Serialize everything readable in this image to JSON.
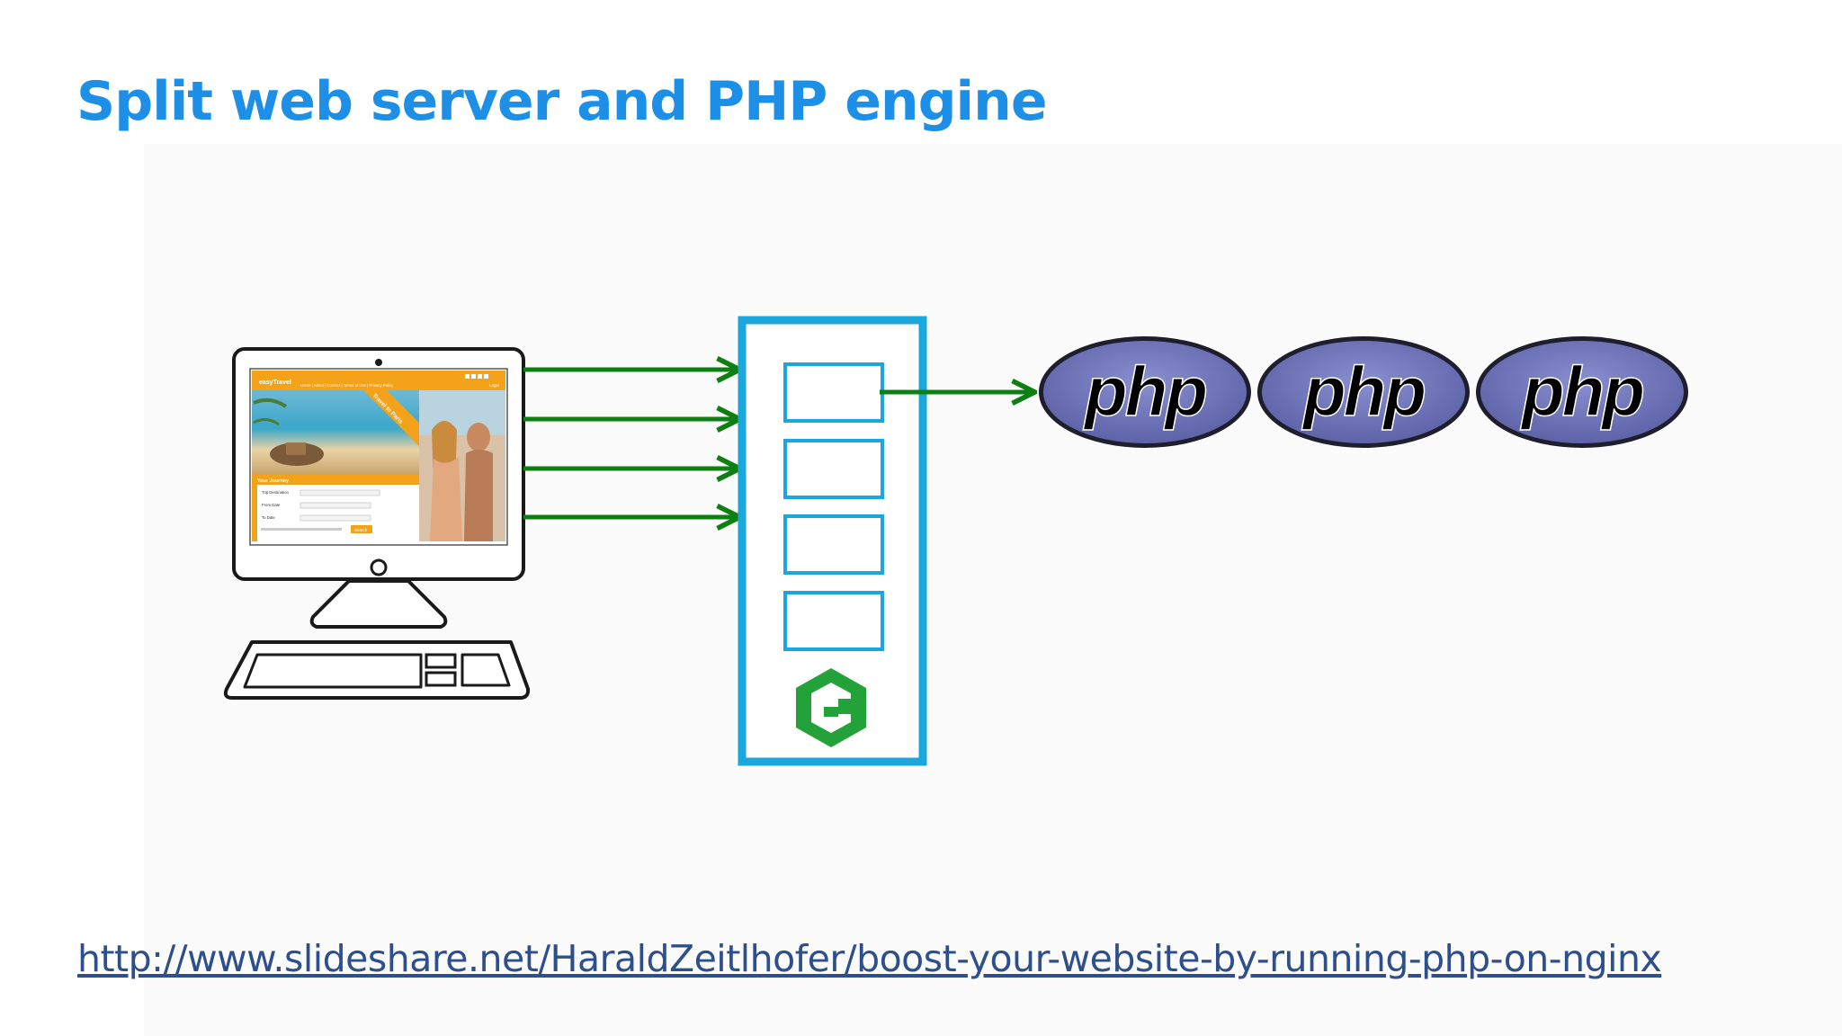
{
  "slide": {
    "title": "Split web server and PHP engine",
    "link_text": "http://www.slideshare.net/HaraldZeitlhofer/boost-your-website-by-running-php-on-nginx"
  },
  "diagram": {
    "client": {
      "icon": "desktop-computer-icon",
      "screen_site": {
        "logo": "easyTravel",
        "nav": "Home | About | Contact | Terms of Use | Privacy Policy",
        "login": "Login",
        "banner": "Travel to Paris",
        "form_title": "Your Journey",
        "form_labels": [
          "Trip Destination",
          "From Date",
          "To Date"
        ],
        "search_button": "Search"
      }
    },
    "request_arrow_count": 4,
    "web_server": {
      "icon": "nginx-logo-icon",
      "worker_count": 4
    },
    "php_engines": [
      "php",
      "php",
      "php"
    ],
    "colors": {
      "title": "#1d8fe6",
      "arrow": "#0e7f12",
      "server_border": "#1aa7dd",
      "nginx_logo": "#23a23a",
      "php_fill": "#7277b8",
      "link": "#2d4f8e"
    }
  }
}
